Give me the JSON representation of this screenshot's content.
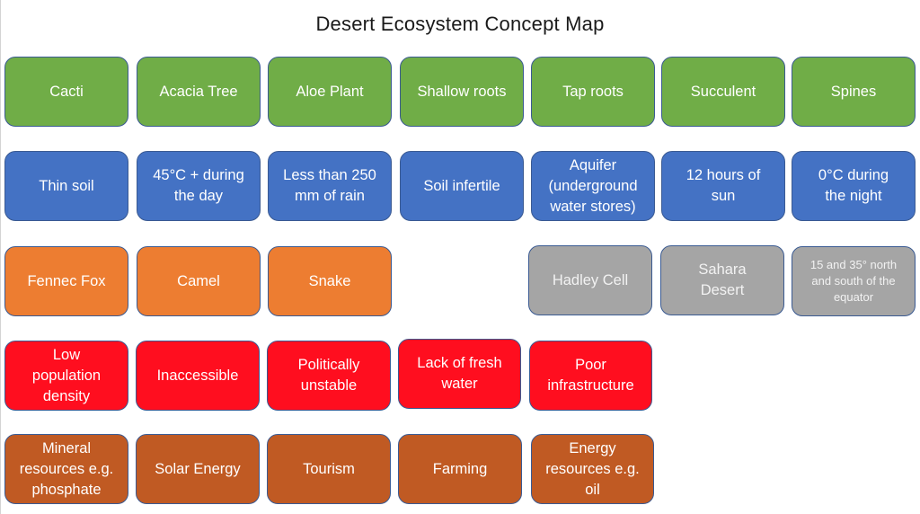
{
  "title": "Desert Ecosystem Concept Map",
  "colors": {
    "green": "#70AD47",
    "blue": "#4472C4",
    "orange": "#ED7D31",
    "gray": "#A5A5A5",
    "red": "#FF0E1F",
    "brown": "#C05A23",
    "border": "#3A5A92"
  },
  "rows": {
    "plants": [
      "Cacti",
      "Acacia Tree",
      "Aloe Plant",
      "Shallow roots",
      "Tap roots",
      "Succulent",
      "Spines"
    ],
    "climate": [
      "Thin soil",
      "45°C + during\nthe day",
      "Less than 250\nmm of rain",
      "Soil infertile",
      "Aquifer\n(underground\nwater stores)",
      "12 hours of\nsun",
      "0°C during\nthe night"
    ],
    "animals": [
      "Fennec Fox",
      "Camel",
      "Snake"
    ],
    "location": [
      "Hadley Cell",
      "Sahara\nDesert",
      "15 and 35° north\nand south of the\nequator"
    ],
    "challenges": [
      "Low\npopulation\ndensity",
      "Inaccessible",
      "Politically\nunstable",
      "Lack of fresh\nwater",
      "Poor\ninfrastructure"
    ],
    "opportunities": [
      "Mineral\nresources e.g.\nphosphate",
      "Solar Energy",
      "Tourism",
      "Farming",
      "Energy\nresources e.g.\noil"
    ]
  }
}
